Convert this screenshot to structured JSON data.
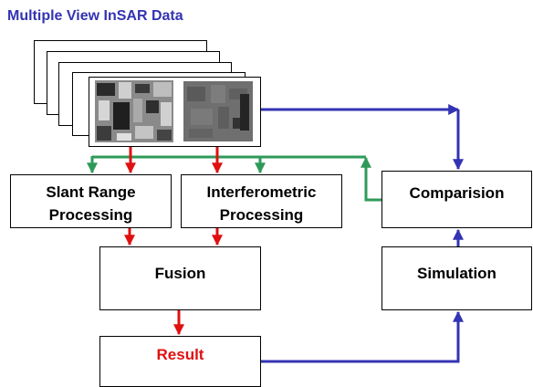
{
  "title": "Multiple View InSAR Data",
  "boxes": {
    "slant_line1": "Slant Range",
    "slant_line2": "Processing",
    "interf_line1": "Interferometric",
    "interf_line2": "Processing",
    "comparison": "Comparision",
    "fusion": "Fusion",
    "simulation": "Simulation",
    "result": "Result"
  },
  "colors": {
    "title": "#3333b3",
    "red_arrow": "#e01010",
    "blue_arrow": "#3333b3",
    "green_arrow": "#2e9a5a",
    "result_text": "#e01010"
  }
}
